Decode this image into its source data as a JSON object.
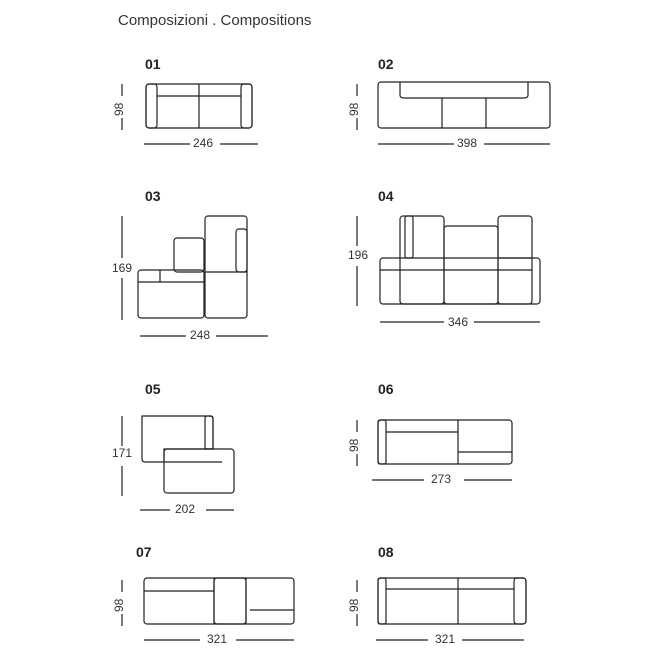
{
  "page": {
    "title": "Composizioni . Compositions"
  },
  "compositions": [
    {
      "number": "01",
      "depth": "98",
      "width": "246"
    },
    {
      "number": "02",
      "depth": "98",
      "width": "398"
    },
    {
      "number": "03",
      "depth": "169",
      "width": "248"
    },
    {
      "number": "04",
      "depth": "196",
      "width": "346"
    },
    {
      "number": "05",
      "depth": "171",
      "width": "202"
    },
    {
      "number": "06",
      "depth": "98",
      "width": "273"
    },
    {
      "number": "07",
      "depth": "98",
      "width": "321"
    },
    {
      "number": "08",
      "depth": "98",
      "width": "321"
    }
  ]
}
